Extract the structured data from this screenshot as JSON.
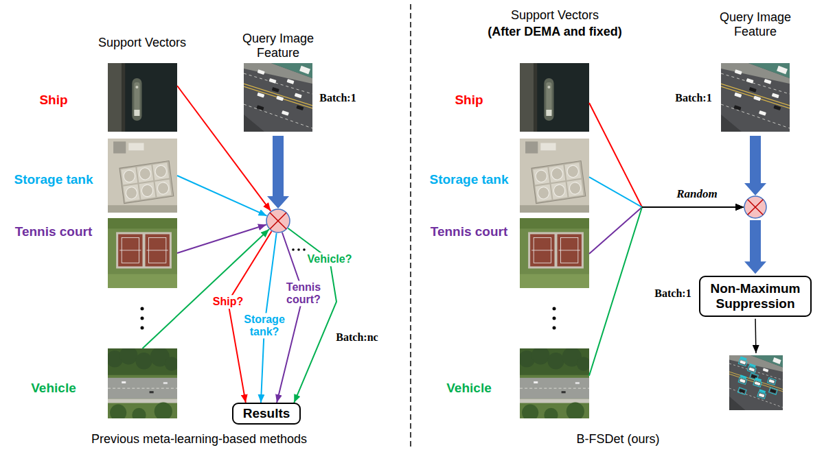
{
  "diagram": {
    "nodes": [
      {
        "text": [
          "Ship"
        ]
      },
      {
        "text": [
          "Storage tank"
        ]
      },
      {
        "text": [
          "Tennis court"
        ]
      },
      {
        "text": [
          "Vehicle"
        ]
      },
      {
        "text": [
          "Query Image Feature",
          "Batch:1"
        ]
      },
      {
        "text": []
      },
      {
        "text": [
          "Results"
        ]
      },
      {
        "text": [
          "Ship"
        ]
      },
      {
        "text": [
          "Storage tank"
        ]
      },
      {
        "text": [
          "Tennis court"
        ]
      },
      {
        "text": [
          "Vehicle"
        ]
      },
      {
        "text": [
          "Query Image Feature",
          "Batch:1"
        ]
      },
      {
        "text": []
      },
      {
        "text": [
          "Non-Maximum Suppression"
        ]
      },
      {
        "text": []
      }
    ],
    "edges": [
      {
        "from": 0,
        "to": 5,
        "arrow": "to"
      },
      {
        "from": 1,
        "to": 5,
        "arrow": "to"
      },
      {
        "from": 2,
        "to": 5,
        "arrow": "to"
      },
      {
        "from": 3,
        "to": 5,
        "arrow": "to"
      },
      {
        "from": 4,
        "to": 5,
        "arrow": "to"
      },
      {
        "from": 5,
        "to": 6,
        "label": "Ship?",
        "arrow": "to"
      },
      {
        "from": 5,
        "to": 6,
        "label": "Storage tank?",
        "arrow": "to"
      },
      {
        "from": 5,
        "to": 6,
        "label": "Tennis court?",
        "arrow": "to"
      },
      {
        "from": 5,
        "to": 6,
        "label": "Vehicle?",
        "arrow": "to"
      },
      {
        "from": 7,
        "to": 12,
        "arrow": "to"
      },
      {
        "from": 8,
        "to": 12,
        "arrow": "to"
      },
      {
        "from": 9,
        "to": 12,
        "arrow": "to"
      },
      {
        "from": 10,
        "to": 12,
        "arrow": "to"
      },
      {
        "from": 11,
        "to": 12,
        "arrow": "to"
      },
      {
        "from": 12,
        "to": 13,
        "arrow": "to"
      },
      {
        "from": 13,
        "to": 14,
        "arrow": "to"
      }
    ],
    "labels": [
      "Support Vectors",
      "Batch:nc",
      "Previous meta-learning-based methods",
      "Support Vectors",
      "(After DEMA and fixed)",
      "Random",
      "Batch:1",
      "B-FSDet (ours)"
    ]
  }
}
